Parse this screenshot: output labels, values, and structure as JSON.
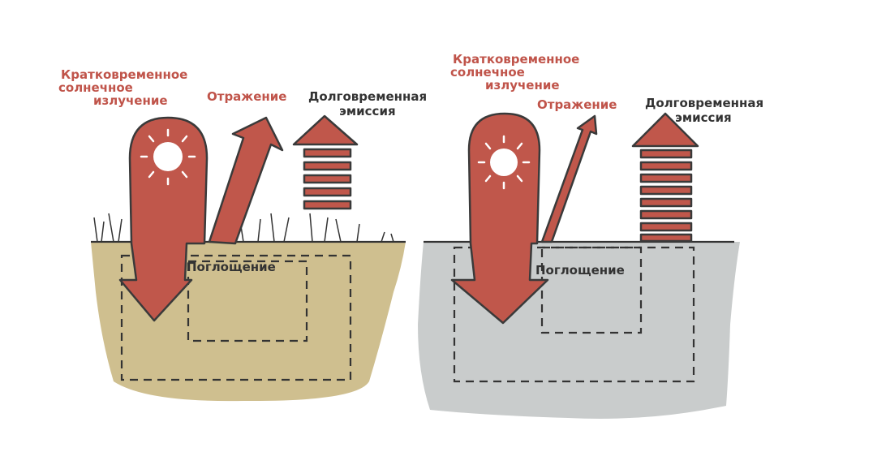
{
  "left_panel": {
    "shortwave_label": [
      "Кратковременное",
      "солнечное",
      "излучение"
    ],
    "reflection_label": "Отражение",
    "emission_label": [
      "Долговременная",
      "эмиссия"
    ],
    "absorption_label": "Поглощение",
    "surface_color": "#cfbf8f"
  },
  "right_panel": {
    "shortwave_label": [
      "Кратковременное",
      "солнечное",
      "излучение"
    ],
    "reflection_label": "Отражение",
    "emission_label": [
      "Долговременная",
      "эмиссия"
    ],
    "absorption_label": "Поглощение",
    "surface_color": "#c9cccc"
  }
}
